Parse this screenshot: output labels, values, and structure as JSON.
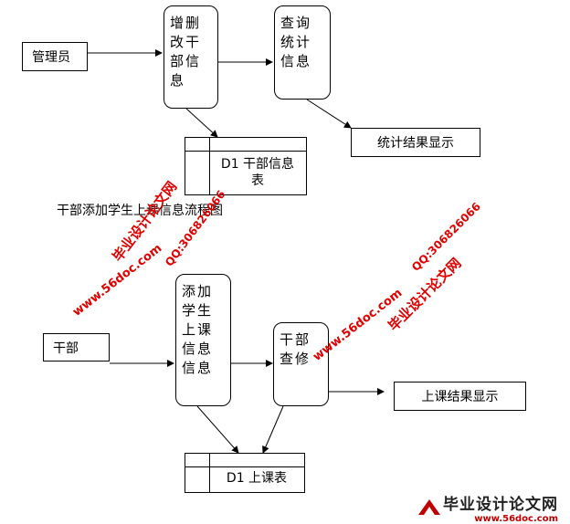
{
  "diagram1": {
    "entity_admin": "管理员",
    "process_edit": "增删\n改干\n部信\n息",
    "process_query": "查询\n统计\n信息",
    "output_stats": "统计结果显示",
    "store_label": "D1 干部信息\n表",
    "caption": "干部添加学生上课信息流程图"
  },
  "diagram2": {
    "entity_cadre": "干部",
    "process_add": "添加\n学生\n上课\n信息\n信息",
    "process_check": "干部\n查修",
    "output_class": "上课结果显示",
    "store_label": "D1 上课表"
  },
  "watermarks": {
    "site_name": "毕业设计论文网",
    "url": "www.56doc.com",
    "qq": "QQ:306826066"
  },
  "logo": {
    "name": "毕业设计论文网",
    "url": "www.56doc.com"
  },
  "colors": {
    "watermark": "#e00000",
    "line": "#000000"
  }
}
